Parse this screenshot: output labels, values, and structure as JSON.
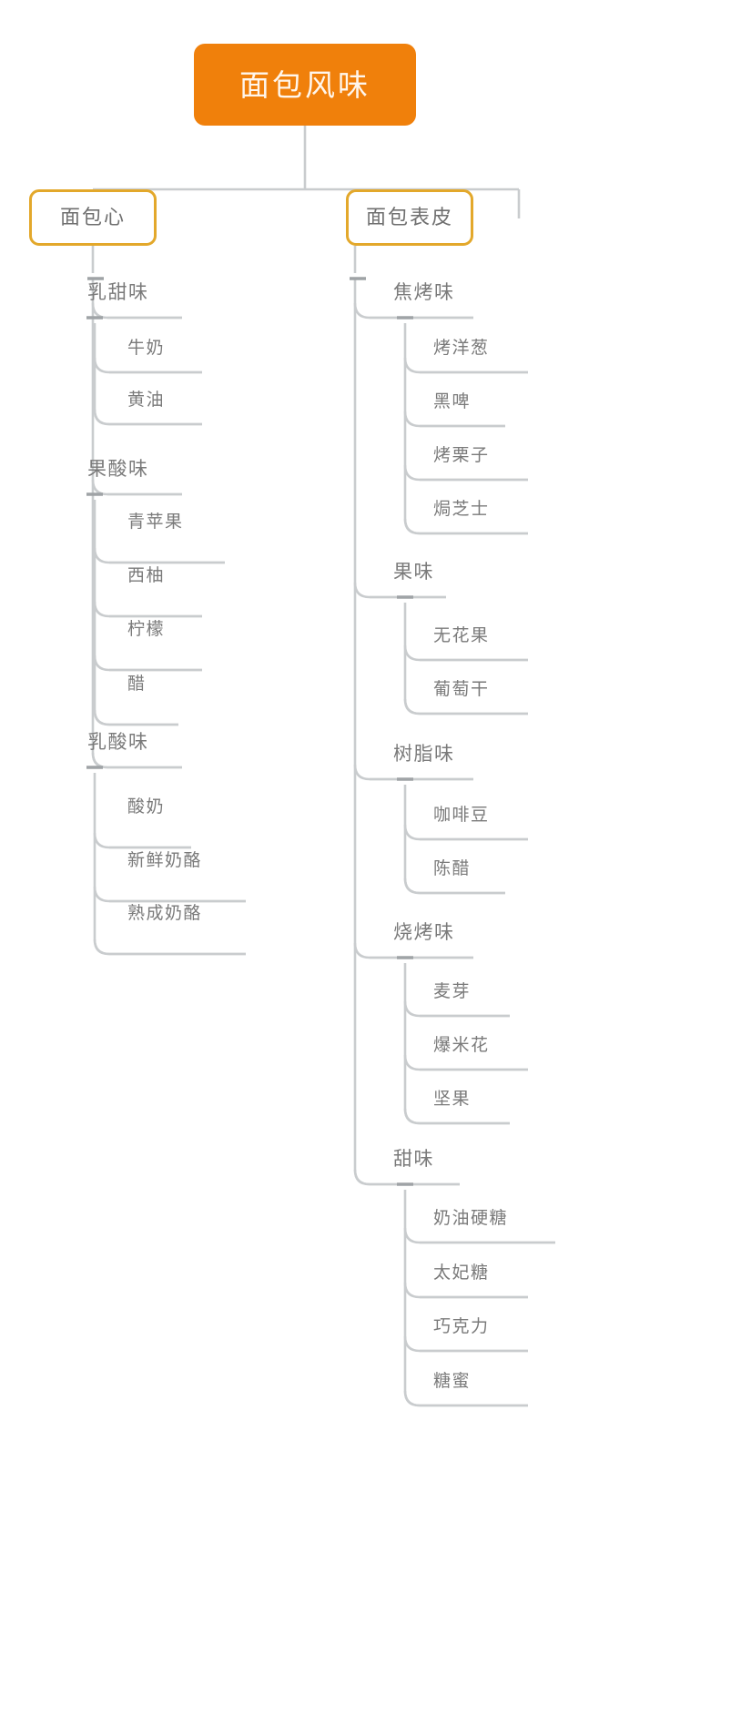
{
  "diagram": {
    "title": "面包风味",
    "type": "mindmap",
    "colors": {
      "root_fill": "#F0800B",
      "root_text": "#FFF6EC",
      "level2_border": "#E3A82B",
      "level2_fill": "#FFFFFF",
      "connector": "#C9CCCE",
      "text": "#7A7A7A",
      "background": "#FFFFFF"
    },
    "root": {
      "label": "面包风味"
    },
    "branches": [
      {
        "label": "面包心",
        "side": "left",
        "children": [
          {
            "label": "乳甜味",
            "children": [
              {
                "label": "牛奶"
              },
              {
                "label": "黄油"
              }
            ]
          },
          {
            "label": "果酸味",
            "children": [
              {
                "label": "青苹果"
              },
              {
                "label": "西柚"
              },
              {
                "label": "柠檬"
              },
              {
                "label": "醋"
              }
            ]
          },
          {
            "label": "乳酸味",
            "children": [
              {
                "label": "酸奶"
              },
              {
                "label": "新鲜奶酪"
              },
              {
                "label": "熟成奶酪"
              }
            ]
          }
        ]
      },
      {
        "label": "面包表皮",
        "side": "right",
        "children": [
          {
            "label": "焦烤味",
            "children": [
              {
                "label": "烤洋葱"
              },
              {
                "label": "黑啤"
              },
              {
                "label": "烤栗子"
              },
              {
                "label": "焗芝士"
              }
            ]
          },
          {
            "label": "果味",
            "children": [
              {
                "label": "无花果"
              },
              {
                "label": "葡萄干"
              }
            ]
          },
          {
            "label": "树脂味",
            "children": [
              {
                "label": "咖啡豆"
              },
              {
                "label": "陈醋"
              }
            ]
          },
          {
            "label": "烧烤味",
            "children": [
              {
                "label": "麦芽"
              },
              {
                "label": "爆米花"
              },
              {
                "label": "坚果"
              }
            ]
          },
          {
            "label": "甜味",
            "children": [
              {
                "label": "奶油硬糖"
              },
              {
                "label": "太妃糖"
              },
              {
                "label": "巧克力"
              },
              {
                "label": "糖蜜"
              }
            ]
          }
        ]
      }
    ]
  }
}
